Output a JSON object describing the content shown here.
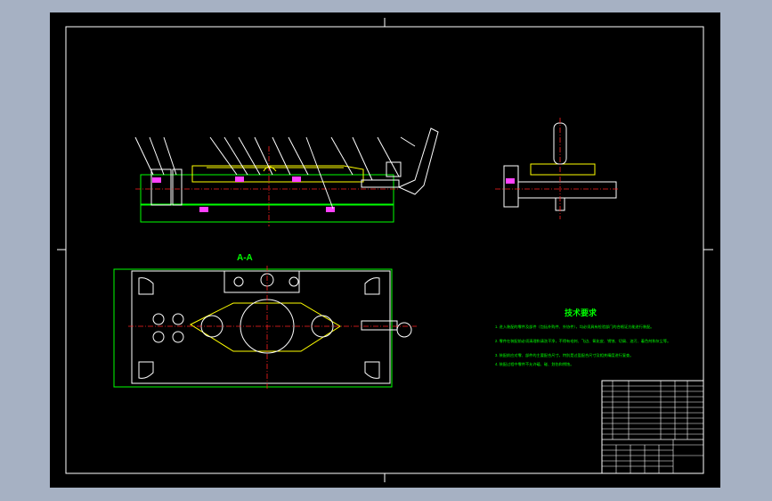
{
  "drawing": {
    "section_label": "A-A",
    "technical_requirements_title": "技术要求",
    "technical_requirements_items": [
      "1. 进入装配的零件及部件（包括外购件、外协件），均必须具有检验部门的合格证方能进行装配。",
      "2. 零件在装配前必须清理和清洗干净，不得有毛刺、飞边、氧化皮、锈蚀、切屑、油污、着色剂和灰尘等。",
      "3. 装配前应对零、部件的主要配合尺寸，特别是过盈配合尺寸及相关精度进行复查。",
      "4. 装配过程中零件不允许磕、碰、划伤和锈蚀。"
    ],
    "colors": {
      "background_outer": "#a6b1c3",
      "viewport": "#000000",
      "border": "#ffffff",
      "green": "#00ff00",
      "yellow": "#ffff00",
      "red": "#ff2020",
      "magenta": "#ff40ff"
    }
  }
}
